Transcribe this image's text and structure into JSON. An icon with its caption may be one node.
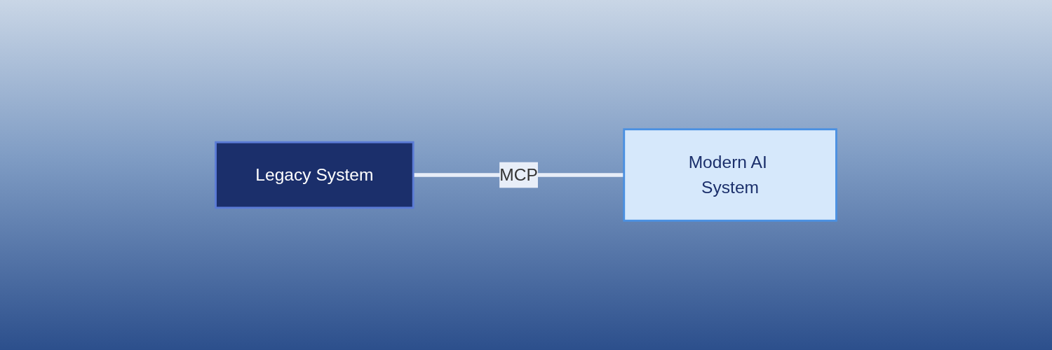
{
  "diagram": {
    "nodes": [
      {
        "text": [
          "Legacy System"
        ]
      },
      {
        "text": [
          "Modern AI System"
        ]
      }
    ],
    "edges": [
      {
        "from": 0,
        "to": 1,
        "arrow": "none",
        "label": "MCP"
      }
    ]
  }
}
